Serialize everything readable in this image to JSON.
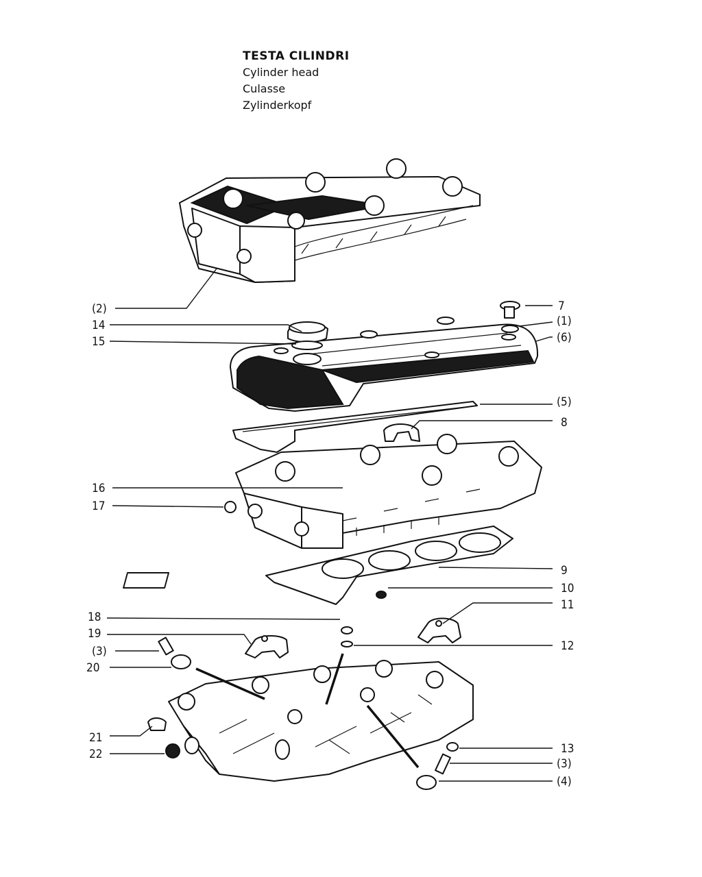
{
  "title": {
    "it": "TESTA CILINDRI",
    "en": "Cylinder head",
    "fr": "Culasse",
    "de": "Zylinderkopf"
  },
  "callouts": {
    "c2": "(2)",
    "c14": "14",
    "c15": "15",
    "c7": "7",
    "c1": "(1)",
    "c6": "(6)",
    "c5": "(5)",
    "c8": "8",
    "c16": "16",
    "c17": "17",
    "c9": "9",
    "c10": "10",
    "c11": "11",
    "c18": "18",
    "c19": "19",
    "c3a": "(3)",
    "c20": "20",
    "c12": "12",
    "c21": "21",
    "c22": "22",
    "c13": "13",
    "c3b": "(3)",
    "c4": "(4)"
  }
}
